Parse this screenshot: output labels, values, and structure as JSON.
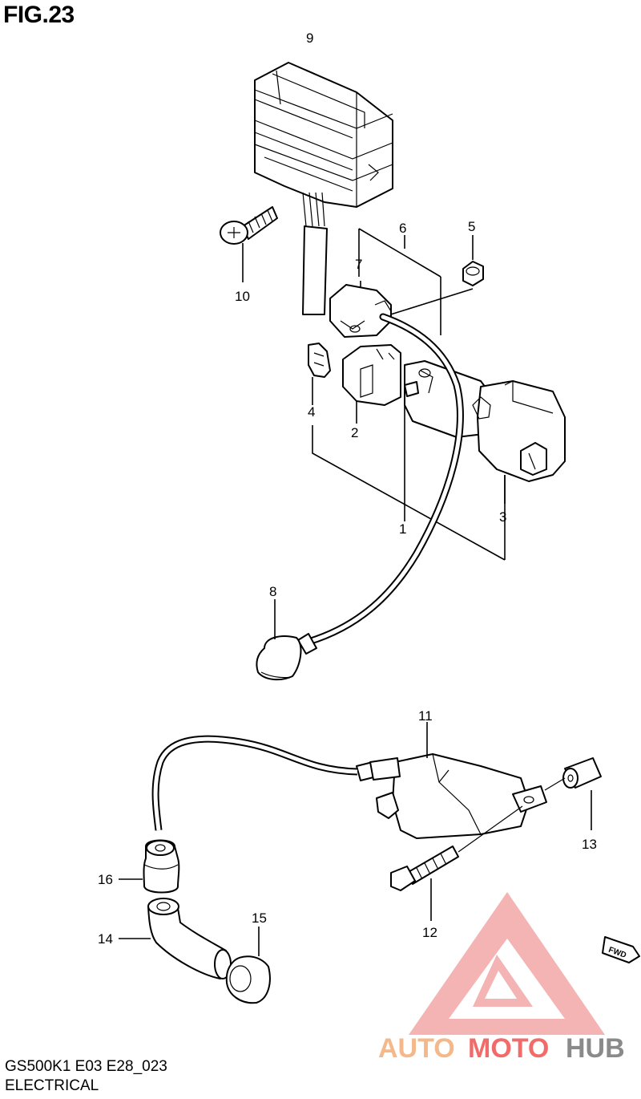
{
  "figure": {
    "title": "FIG.23"
  },
  "footer": {
    "model_line": "GS500K1 E03 E28_023",
    "section": "ELECTRICAL"
  },
  "fwd_label": "FWD",
  "watermark": {
    "part1": "AUTO",
    "part2": "MOTO",
    "part3": "HUB",
    "colors": {
      "auto": "#f5b88a",
      "moto": "#f26b6b",
      "hub": "#8a8a8a",
      "logo": "#f3a7a7"
    }
  },
  "callouts": {
    "c1": "1",
    "c2": "2",
    "c3": "3",
    "c4": "4",
    "c5": "5",
    "c6": "6",
    "c7": "7",
    "c8": "8",
    "c9": "9",
    "c10": "10",
    "c11": "11",
    "c12": "12",
    "c13": "13",
    "c14": "14",
    "c15": "15",
    "c16": "16"
  }
}
